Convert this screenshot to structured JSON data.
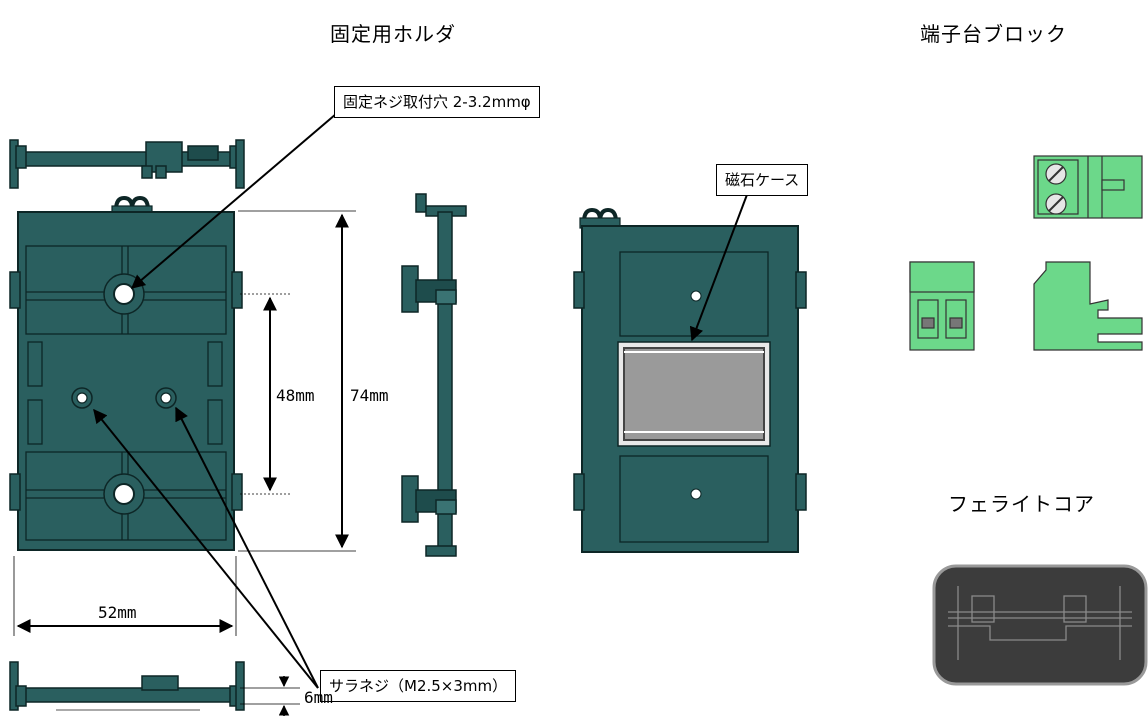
{
  "titles": {
    "holder": "固定用ホルダ",
    "terminal_block": "端子台ブロック",
    "ferrite_core": "フェライトコア"
  },
  "callouts": {
    "fixing_screw_holes": "固定ネジ取付穴 2-3.2mmφ",
    "magnet_case": "磁石ケース",
    "pan_screw": "サラネジ（M2.5×3mm）"
  },
  "dimensions": {
    "width": "52mm",
    "hole_pitch": "48mm",
    "height": "74mm",
    "thickness": "6mm"
  },
  "colors": {
    "holder": "#2a5f5f",
    "holder_outline": "#0d2626",
    "terminal_green": "#6cd88a",
    "window_gray": "#9a9a9a",
    "ferrite_dark": "#3c3c3c"
  }
}
